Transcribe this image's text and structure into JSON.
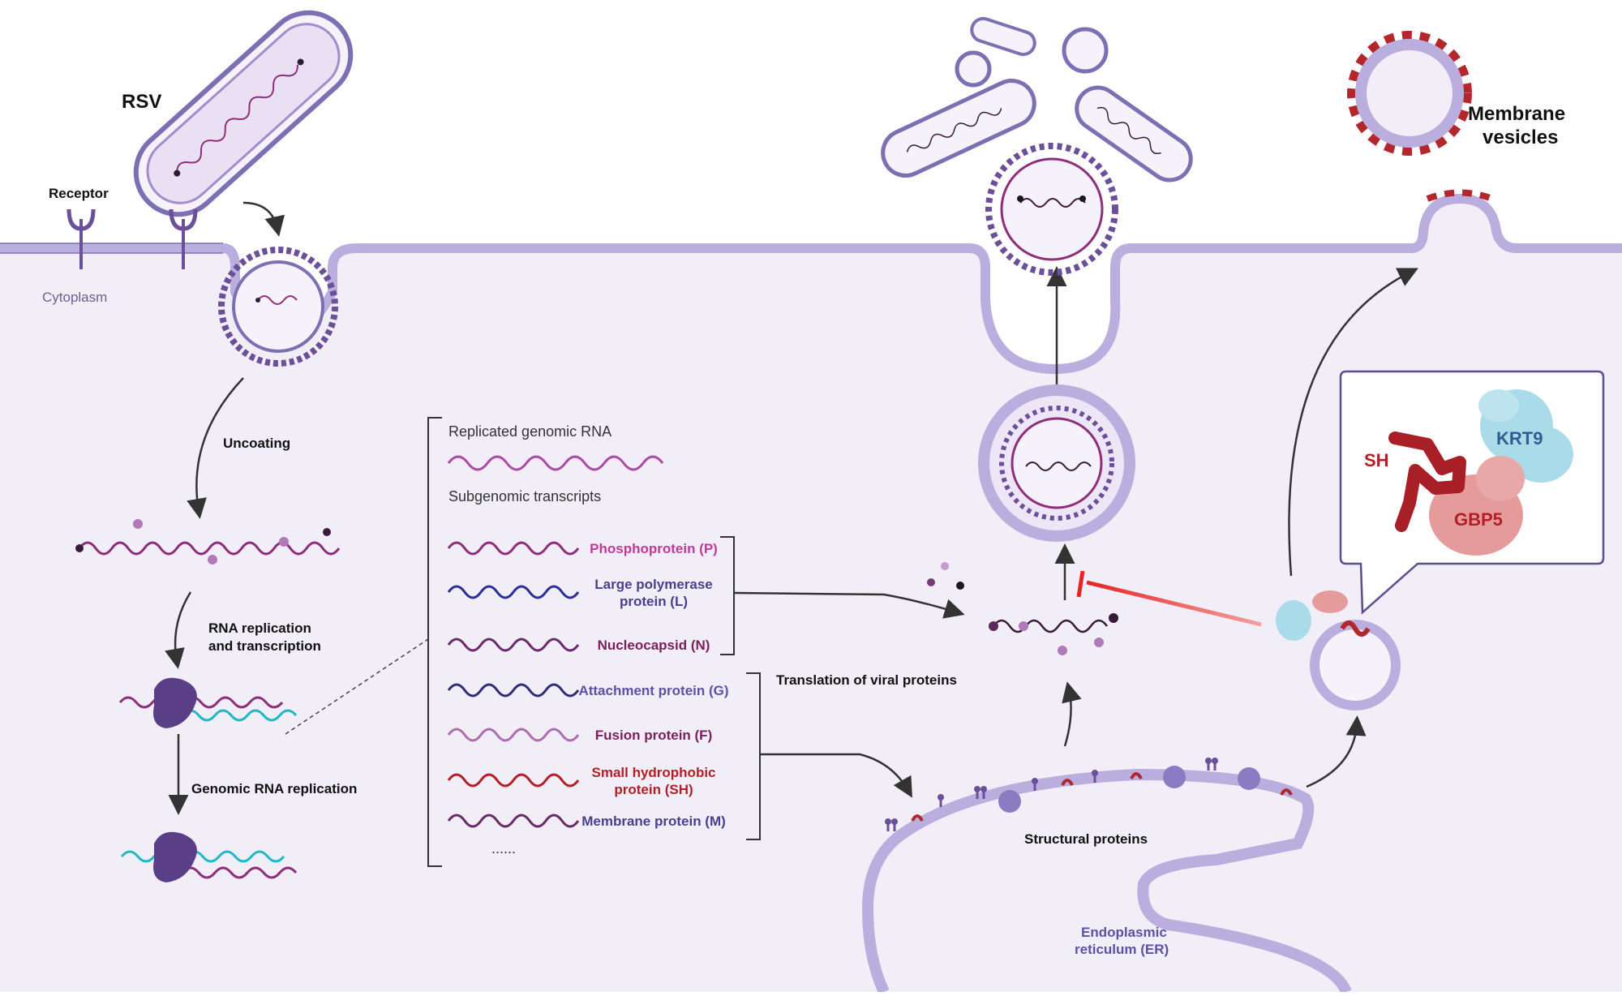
{
  "colors": {
    "cytoplasm": "#f1eef8",
    "membrane": "#b9aede",
    "membrane_edge": "#7d6fb4",
    "virus_purple": "#6b4f9a",
    "virus_magenta": "#8e2e7a",
    "sh_red": "#b3262c",
    "krt9_blue": "#a9dbe8",
    "gbp5_pink": "#e59b9b",
    "inhibit_red": "#e52525",
    "cyan_rna": "#1fb8c4",
    "text_magenta": "#c0399a",
    "text_indigo": "#4a3f8f",
    "text_maroon": "#7a1e5c",
    "text_red": "#b21f24"
  },
  "labels": {
    "rsv": "RSV",
    "receptor": "Receptor",
    "cytoplasm": "Cytoplasm",
    "uncoating": "Uncoating",
    "rna_replication_1": "RNA replication",
    "rna_replication_2": "and transcription",
    "genomic_rna_replication": "Genomic RNA replication",
    "replicated_genomic_rna": "Replicated genomic RNA",
    "subgenomic_transcripts": "Subgenomic transcripts",
    "translation": "Translation of viral proteins",
    "structural_proteins": "Structural proteins",
    "er_1": "Endoplasmic",
    "er_2": "reticulum (ER)",
    "membrane_vesicles_1": "Membrane",
    "membrane_vesicles_2": "vesicles",
    "sh": "SH",
    "krt9": "KRT9",
    "gbp5": "GBP5",
    "ellipsis": "......"
  },
  "transcripts": [
    {
      "line1": "Phosphoprotein (P)",
      "line2": "",
      "color": "#c0399a",
      "wave": "#8e2e7a"
    },
    {
      "line1": "Large polymerase",
      "line2": "protein (L)",
      "color": "#4a3f8f",
      "wave": "#2a2e9a"
    },
    {
      "line1": "Nucleocapsid (N)",
      "line2": "",
      "color": "#7a1e5c",
      "wave": "#6b2a6a"
    },
    {
      "line1": "Attachment protein (G)",
      "line2": "",
      "color": "#5b52a8",
      "wave": "#2f2c7a"
    },
    {
      "line1": "Fusion protein (F)",
      "line2": "",
      "color": "#7a1e5c",
      "wave": "#b06cb0"
    },
    {
      "line1": "Small hydrophobic",
      "line2": "protein (SH)",
      "color": "#b21f24",
      "wave": "#b21f24"
    },
    {
      "line1": "Membrane protein (M)",
      "line2": "",
      "color": "#4a3f8f",
      "wave": "#6b2a6a"
    }
  ]
}
